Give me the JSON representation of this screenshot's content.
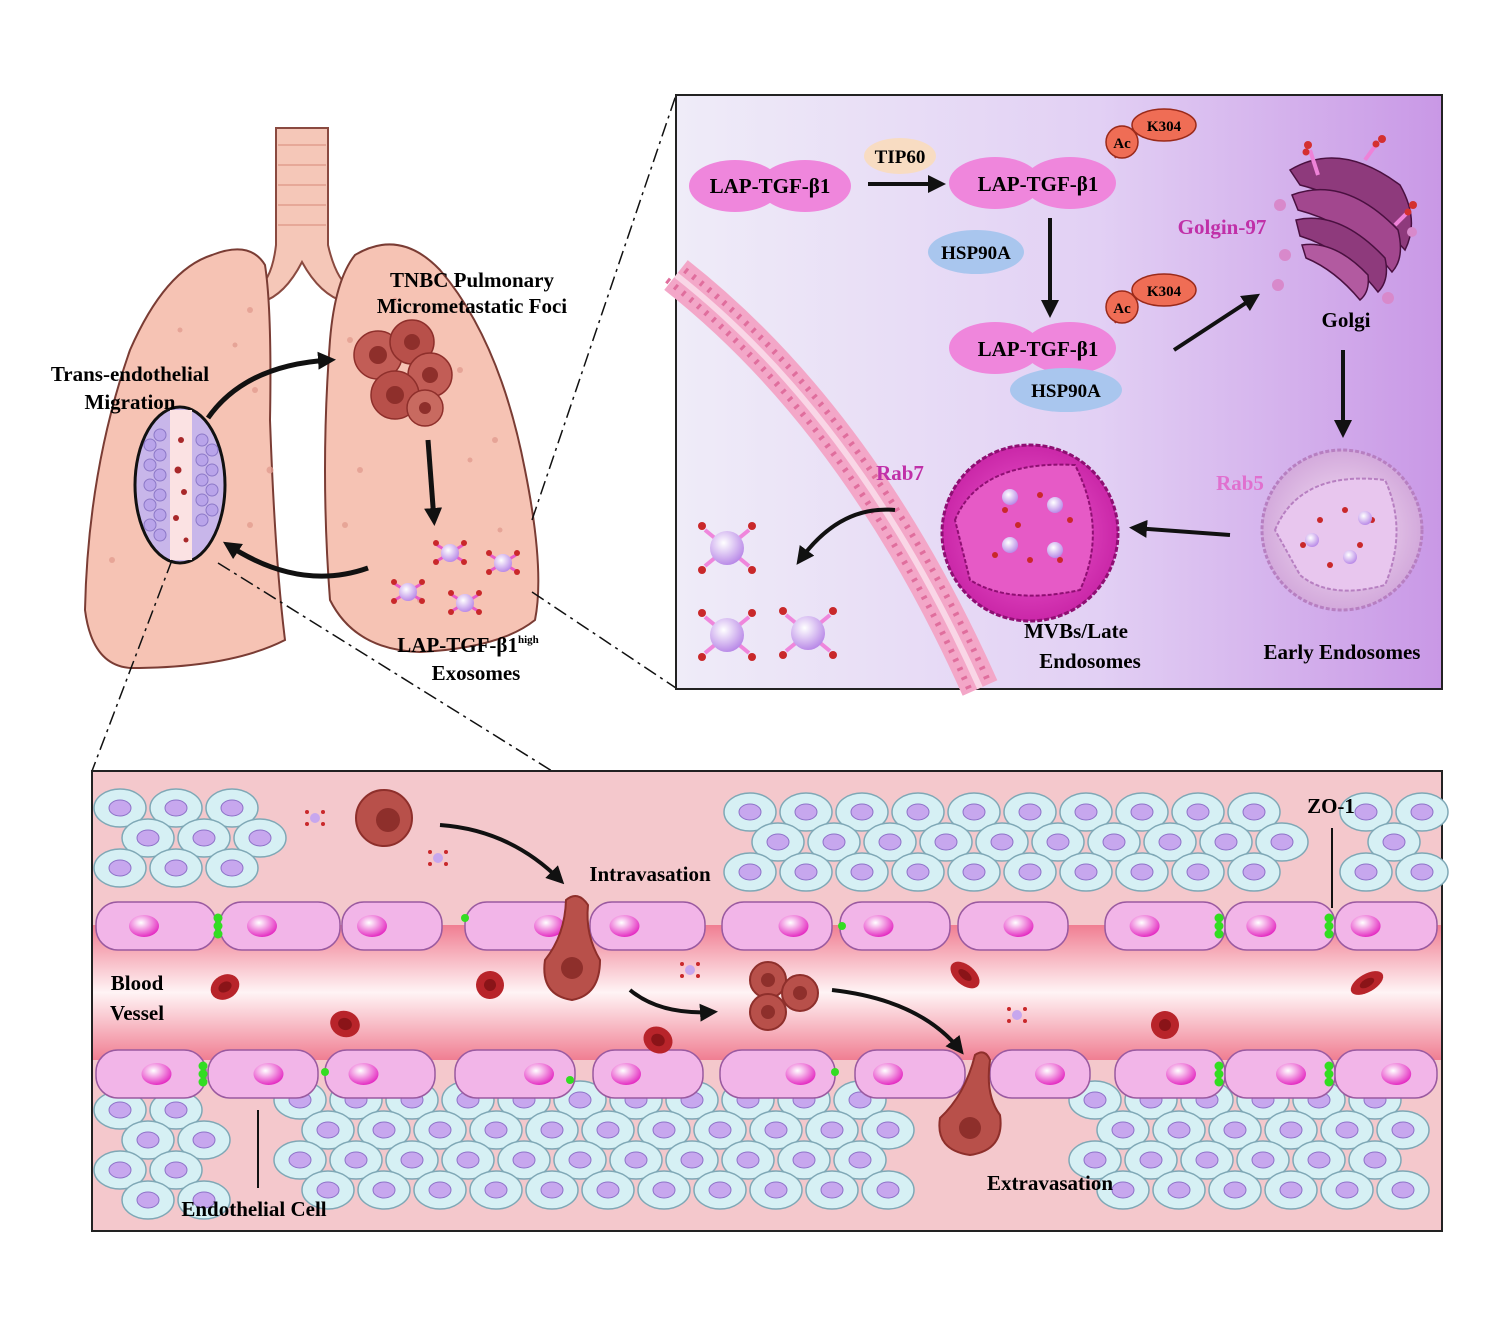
{
  "lung": {
    "foci_label_line1": "TNBC Pulmonary",
    "foci_label_line2": "Micrometastatic Foci",
    "migration_label_line1": "Trans-endothelial",
    "migration_label_line2": "Migration",
    "exosome_label_main": "LAP-TGF-β1",
    "exosome_label_sup": "high",
    "exosome_label_line2": "Exosomes"
  },
  "pathway": {
    "lap1": "LAP-TGF-β1",
    "tip60": "TIP60",
    "lap2": "LAP-TGF-β1",
    "ac1": "Ac",
    "k304_1": "K304",
    "hsp90a_1": "HSP90A",
    "lap3": "LAP-TGF-β1",
    "ac2": "Ac",
    "k304_2": "K304",
    "hsp90a_2": "HSP90A",
    "golgin97": "Golgin-97",
    "golgi": "Golgi",
    "rab5": "Rab5",
    "rab7": "Rab7",
    "early_endosomes": "Early Endosomes",
    "mvbs_line1": "MVBs/Late",
    "mvbs_line2": "Endosomes"
  },
  "vessel": {
    "intravasation": "Intravasation",
    "zo1": "ZO-1",
    "blood_line1": "Blood",
    "blood_line2": "Vessel",
    "extravasation": "Extravasation",
    "endothelial_cell": "Endothelial Cell"
  },
  "colors": {
    "lung": "#f6c3b4",
    "tumor": "#b4433e",
    "pathway_bg_left": "#eeeaf7",
    "pathway_bg_right": "#c997e6",
    "lap_protein": "#ef86dc",
    "hsp90a": "#a9c6ee",
    "tip60": "#f8dcc2",
    "acetyl": "#ef6d55",
    "magenta_label": "#c030a8",
    "rab5_label": "#e070cf",
    "vessel_bg": "#f4c8cc",
    "endothelial": "#f2b5e8",
    "junction": "#33dd22",
    "tissue_cell": "#d6f0f4",
    "nucleus": "#c7a7ee",
    "rbc": "#b8242a"
  }
}
